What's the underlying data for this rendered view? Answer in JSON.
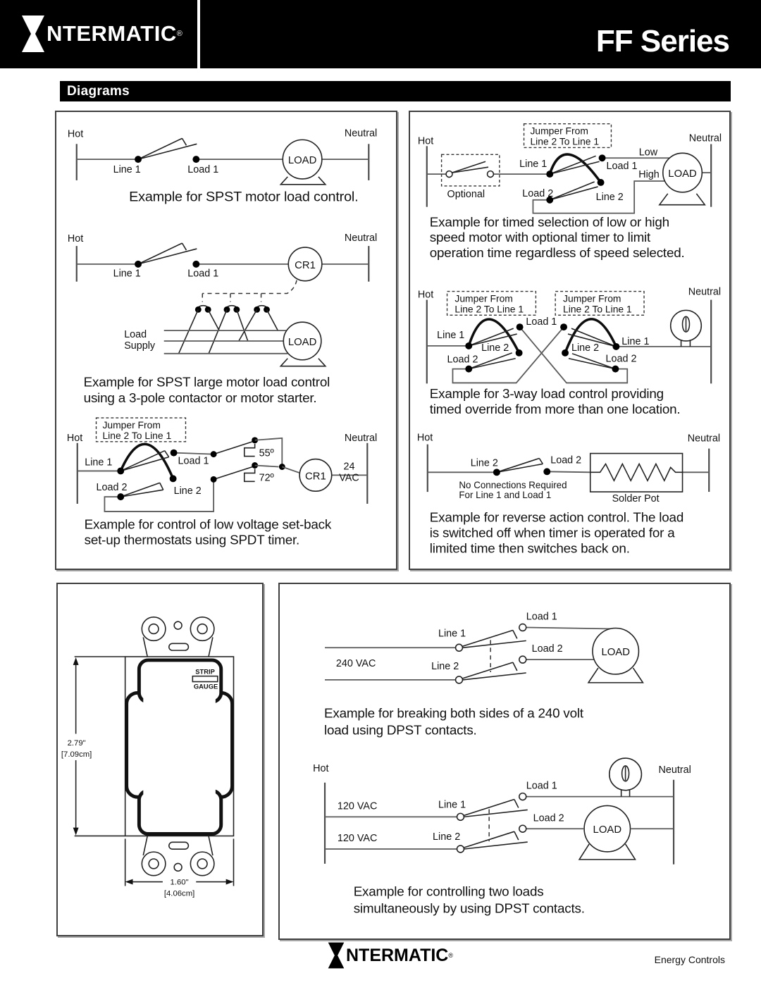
{
  "header": {
    "brand": "NTERMATIC",
    "brand_mark": "®",
    "series": "FF Series"
  },
  "section_title": "Diagrams",
  "colors": {
    "page_bg": "#ffffff",
    "bar_bg": "#000000",
    "text": "#111111",
    "wire": "#5a5a5a"
  },
  "left": {
    "d1": {
      "hot": "Hot",
      "neutral": "Neutral",
      "line1": "Line 1",
      "load1": "Load 1",
      "load": "LOAD",
      "caption": "Example for SPST motor load control."
    },
    "d2": {
      "hot": "Hot",
      "neutral": "Neutral",
      "line1": "Line 1",
      "load1": "Load 1",
      "cr1": "CR1",
      "load_label": "Load",
      "supply_label": "Supply",
      "load": "LOAD",
      "caption_line1": "Example for SPST large motor load control",
      "caption_line2": "using a 3-pole contactor or motor starter."
    },
    "d3": {
      "jumper_line1": "Jumper From",
      "jumper_line2": "Line 2 To Line 1",
      "hot": "Hot",
      "neutral": "Neutral",
      "line1": "Line 1",
      "load1": "Load 1",
      "load2": "Load 2",
      "line2": "Line 2",
      "temp_55": "55º",
      "temp_72": "72º",
      "cr1": "CR1",
      "vac_value": "24",
      "vac_unit": "VAC",
      "caption_line1": "Example for control of low voltage set-back",
      "caption_line2": "set-up thermostats using SPDT timer."
    }
  },
  "right": {
    "d1": {
      "jumper_line1": "Jumper From",
      "jumper_line2": "Line 2 To Line 1",
      "hot": "Hot",
      "neutral": "Neutral",
      "optional": "Optional",
      "line1": "Line 1",
      "load1": "Load 1",
      "load2": "Load 2",
      "line2": "Line 2",
      "low": "Low",
      "high": "High",
      "load": "LOAD",
      "caption_line1": "Example for timed selection of low or high",
      "caption_line2": "speed motor with optional timer to limit",
      "caption_line3": "operation time regardless of speed selected."
    },
    "d2": {
      "hot": "Hot",
      "neutral": "Neutral",
      "jumper_left_line1": "Jumper From",
      "jumper_left_line2": "Line 2 To Line 1",
      "jumper_right_line1": "Jumper From",
      "jumper_right_line2": "Line 2 To Line 1",
      "line1_left": "Line 1",
      "line2_left": "Line 2",
      "load1": "Load 1",
      "load2_left": "Load 2",
      "line1_right": "Line 1",
      "line2_right": "Line 2",
      "load2_right": "Load 2",
      "caption_line1": "Example for 3-way load control providing",
      "caption_line2": "timed override from more than one location."
    },
    "d3": {
      "hot": "Hot",
      "neutral": "Neutral",
      "line2": "Line 2",
      "load2": "Load 2",
      "note_line1": "No Connections Required",
      "note_line2": "For  Line 1 and Load 1",
      "solder_pot": "Solder Pot",
      "caption_line1": "Example for reverse action control.  The load",
      "caption_line2": "is switched off when timer is operated for a",
      "caption_line3": "limited time then switches back on."
    }
  },
  "device": {
    "strip": "STRIP",
    "gauge": "GAUGE",
    "height_inches": "2.79\"",
    "height_cm": "[7.09cm]",
    "width_inches": "1.60\"",
    "width_cm": "[4.06cm]"
  },
  "bottom_right": {
    "d1": {
      "voltage": "240 VAC",
      "line1": "Line 1",
      "line2": "Line 2",
      "load1": "Load 1",
      "load2": "Load 2",
      "load": "LOAD",
      "caption_line1": "Example for breaking both sides of a 240 volt",
      "caption_line2": "load using DPST contacts."
    },
    "d2": {
      "hot": "Hot",
      "neutral": "Neutral",
      "voltage1": "120 VAC",
      "voltage2": "120 VAC",
      "line1": "Line 1",
      "line2": "Line 2",
      "load1": "Load 1",
      "load2": "Load 2",
      "load": "LOAD",
      "caption_line1": "Example for controlling two loads",
      "caption_line2": "simultaneously by using DPST contacts."
    }
  },
  "footer": {
    "brand": "NTERMATIC",
    "brand_mark": "®",
    "tagline": "Energy Controls"
  }
}
